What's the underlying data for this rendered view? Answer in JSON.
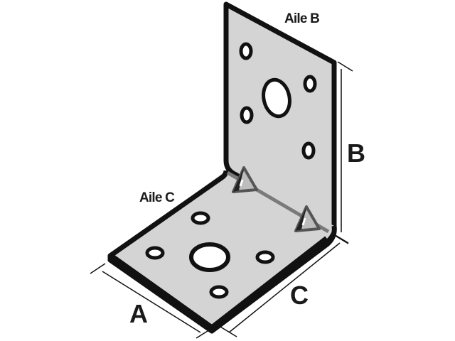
{
  "diagram": {
    "subject": "L-shaped reinforced angle bracket",
    "labels": {
      "flange_b": "Aile B",
      "flange_c": "Aile C",
      "dim_a": "A",
      "dim_b": "B",
      "dim_c": "C"
    },
    "colors": {
      "metal_fill": "#d4d4d4",
      "outline": "#111111",
      "rib": "#7a7a7a",
      "background": "#ffffff"
    },
    "features": {
      "vertical_flange_holes": 5,
      "horizontal_flange_holes": 5,
      "reinforcement_ribs": 2
    }
  }
}
